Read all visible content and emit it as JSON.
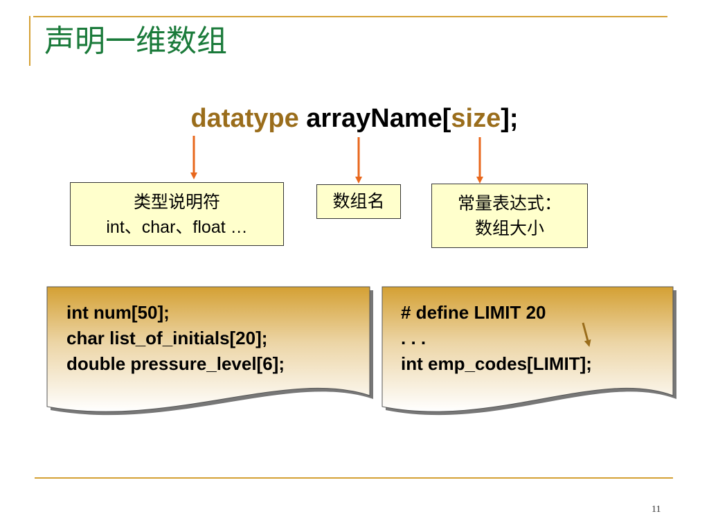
{
  "slide": {
    "title": "声明一维数组",
    "page_number": "11"
  },
  "syntax": {
    "datatype": "datatype",
    "array_name": "arrayName[",
    "size": "size",
    "close": "];"
  },
  "callouts": {
    "type_specifier": {
      "line1": "类型说明符",
      "line2": "int、char、float …"
    },
    "array_name": {
      "line1": "数组名"
    },
    "constant_expression": {
      "line1": "常量表达式：",
      "line2": "数组大小"
    }
  },
  "examples": {
    "left": {
      "lines": [
        "int num[50];",
        "char list_of_initials[20];",
        "double pressure_level[6];"
      ]
    },
    "right": {
      "lines": [
        "# define LIMIT 20",
        ". . .",
        "int emp_codes[LIMIT];"
      ]
    }
  },
  "colors": {
    "title": "#1a7a3a",
    "rule": "#d4a033",
    "keyword": "#9a6d1b",
    "arrow": "#e8671c",
    "callout_fill": "#ffffcc",
    "note_gradient_top": "#d4a033"
  }
}
